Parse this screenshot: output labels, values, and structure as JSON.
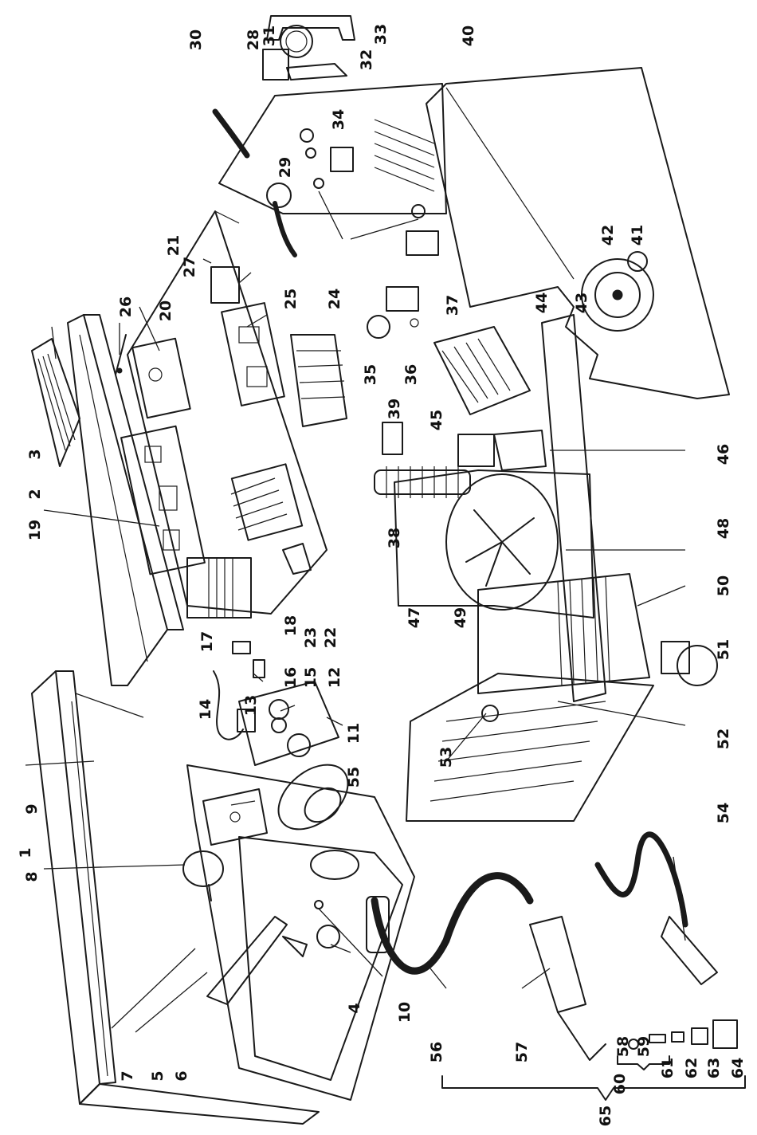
{
  "labels": {
    "l1": "1",
    "l2": "2",
    "l3": "3",
    "l4": "4",
    "l5": "5",
    "l6": "6",
    "l7": "7",
    "l8": "8",
    "l9": "9",
    "l10": "10",
    "l11": "11",
    "l12": "12",
    "l13": "13",
    "l14": "14",
    "l15": "15",
    "l16": "16",
    "l17": "17",
    "l18": "18",
    "l19": "19",
    "l20": "20",
    "l21": "21",
    "l22": "22",
    "l23": "23",
    "l24": "24",
    "l25": "25",
    "l26": "26",
    "l27": "27",
    "l28": "28",
    "l29": "29",
    "l30": "30",
    "l31": "31",
    "l32": "32",
    "l33": "33",
    "l34": "34",
    "l35": "35",
    "l36": "36",
    "l37": "37",
    "l38": "38",
    "l39": "39",
    "l40": "40",
    "l41": "41",
    "l42": "42",
    "l43": "43",
    "l44": "44",
    "l45": "45",
    "l46": "46",
    "l47": "47",
    "l48": "48",
    "l49": "49",
    "l50": "50",
    "l51": "51",
    "l52": "52",
    "l53": "53",
    "l54": "54",
    "l55": "55",
    "l56": "56",
    "l57": "57",
    "l58": "58",
    "l59": "59",
    "l60": "60",
    "l61": "61",
    "l62": "62",
    "l63": "63",
    "l64": "64",
    "l65": "65"
  },
  "colors": {
    "ink": "#1a1a1a",
    "paper": "#ffffff"
  }
}
